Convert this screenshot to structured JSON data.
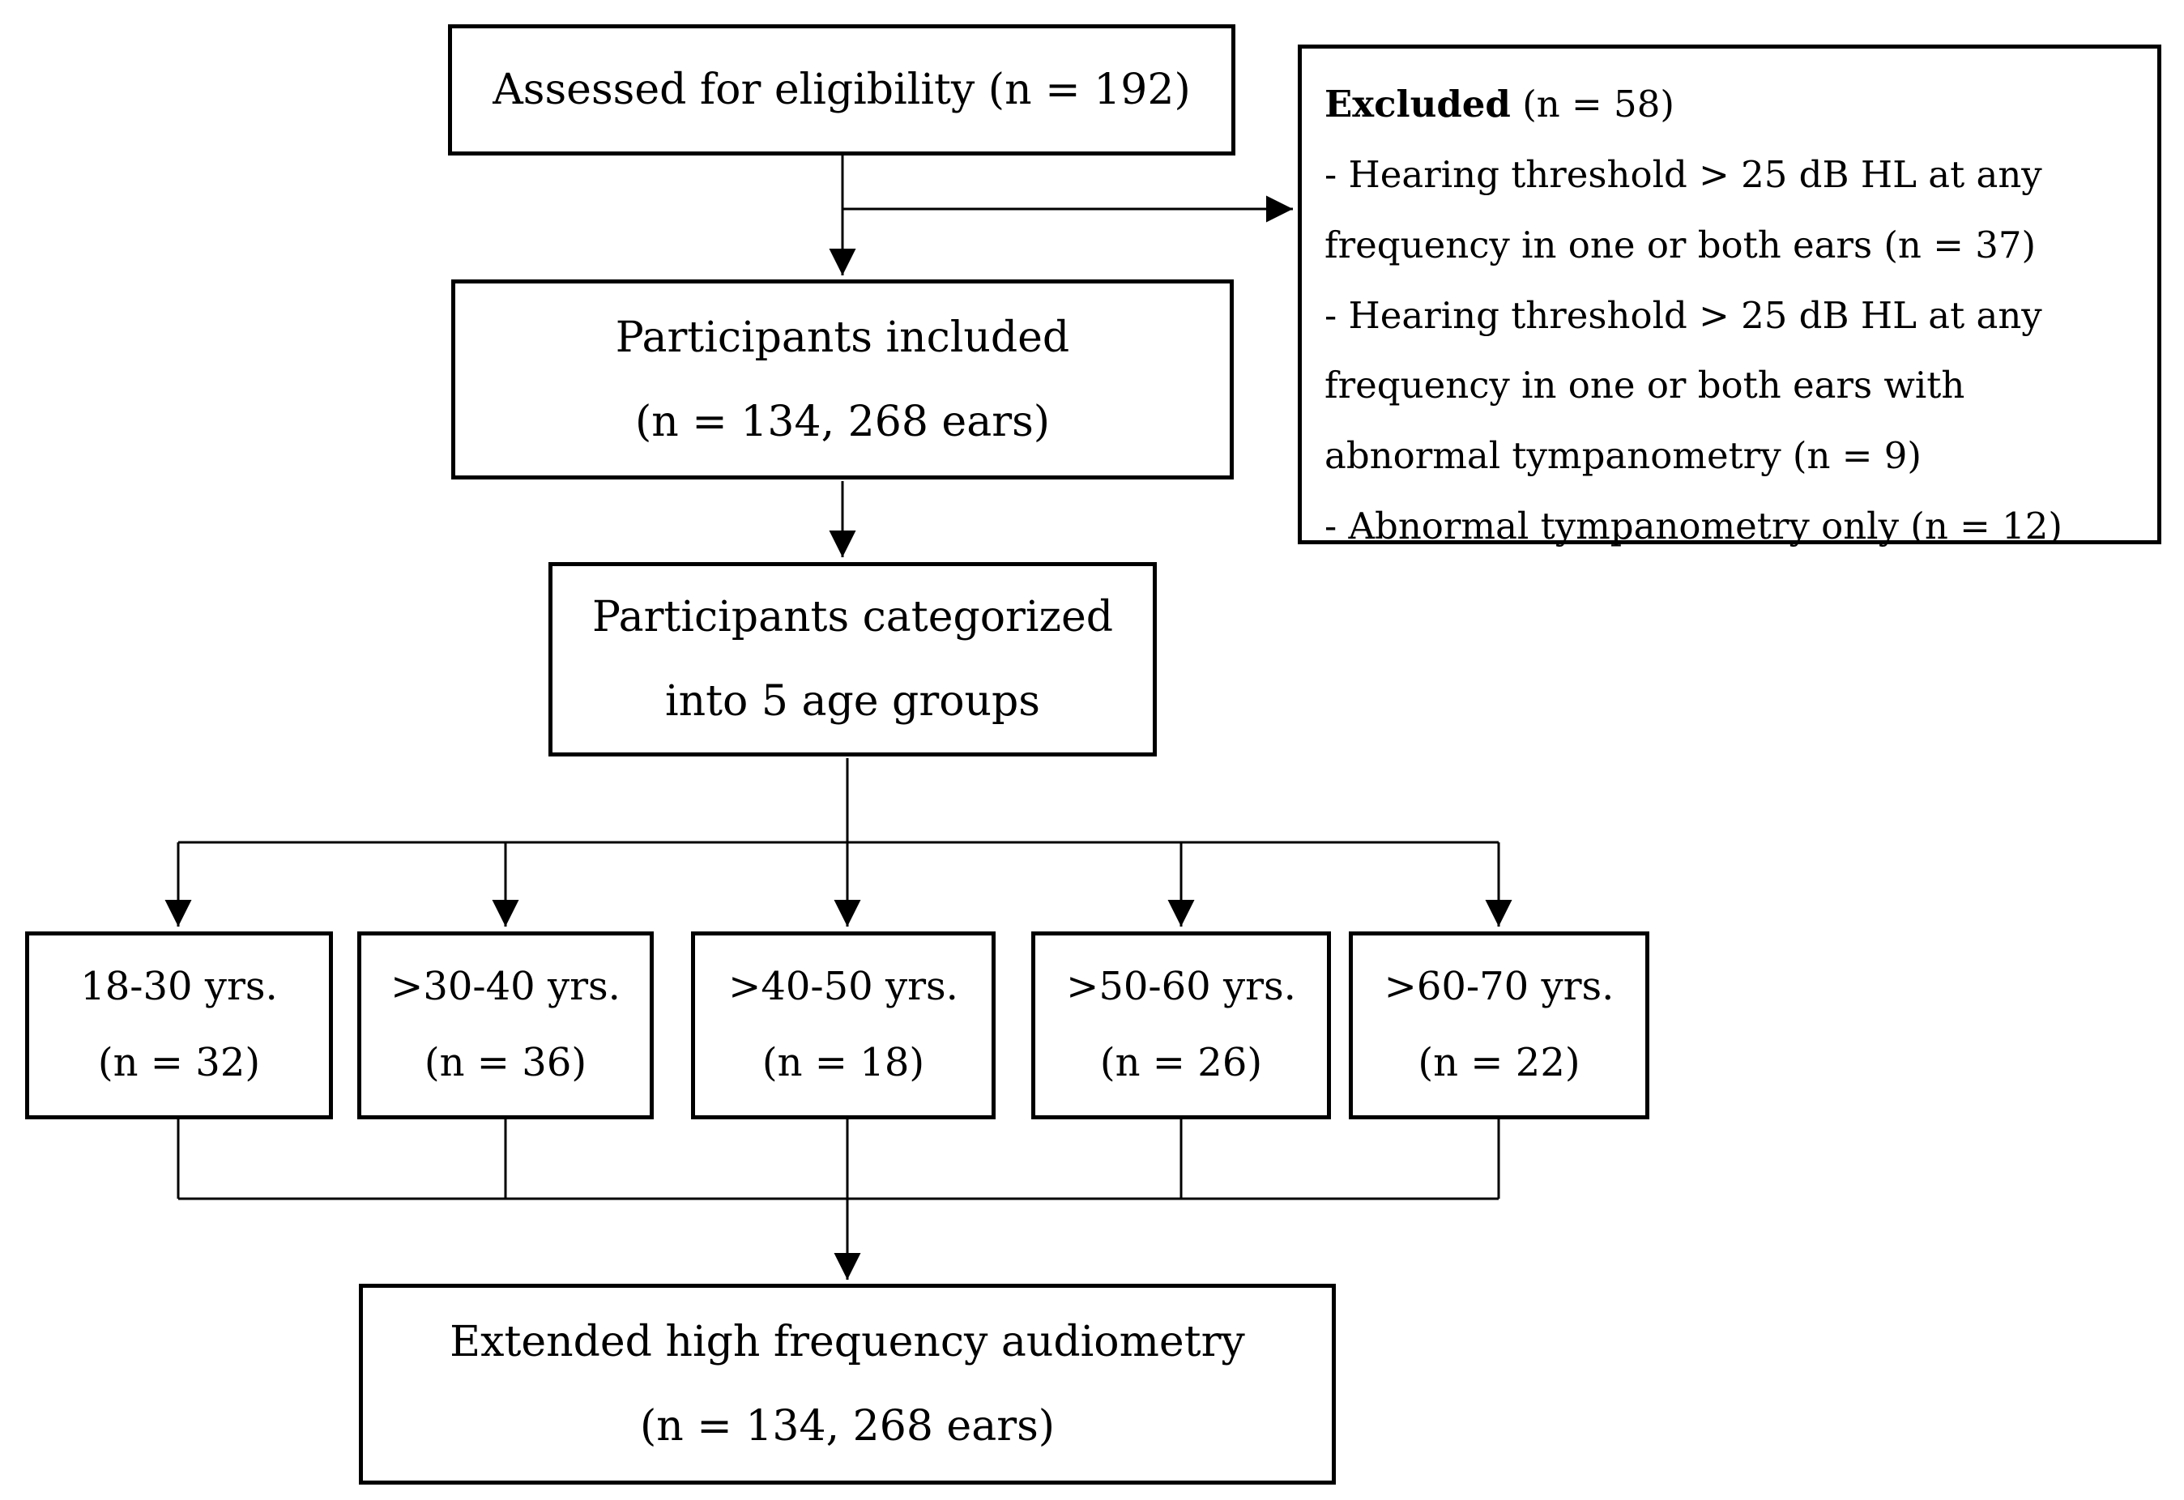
{
  "flowchart": {
    "colors": {
      "line": "#000000",
      "box_border": "#000000",
      "background": "#ffffff",
      "text": "#000000"
    },
    "boxes": {
      "assessed": {
        "label": "Assessed for eligibility (n = 192)"
      },
      "excluded": {
        "title_bold": "Excluded",
        "title_rest": " (n = 58)",
        "items": [
          "- Hearing threshold > 25 dB HL at any frequency in one or both ears (n = 37)",
          "- Hearing threshold > 25 dB HL at any frequency in one or both ears with abnormal tympanometry (n = 9)",
          "- Abnormal tympanometry only (n = 12)"
        ]
      },
      "included": {
        "line1": "Participants included",
        "line2": "(n = 134, 268 ears)"
      },
      "categorized": {
        "line1": "Participants categorized",
        "line2": "into 5 age groups"
      },
      "age_groups": [
        {
          "range": "18-30 yrs.",
          "n": "(n = 32)"
        },
        {
          "range": ">30-40 yrs.",
          "n": "(n = 36)"
        },
        {
          "range": ">40-50 yrs.",
          "n": "(n = 18)"
        },
        {
          "range": ">50-60 yrs.",
          "n": "(n = 26)"
        },
        {
          "range": ">60-70 yrs.",
          "n": "(n = 22)"
        }
      ],
      "final": {
        "line1": "Extended high frequency audiometry",
        "line2": "(n = 134, 268 ears)"
      }
    }
  }
}
